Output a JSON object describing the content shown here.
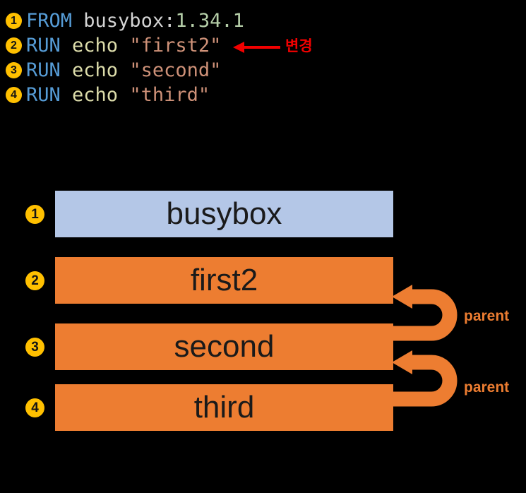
{
  "page": {
    "background": "#000000"
  },
  "code": {
    "badge_color": "#FFC000",
    "colors": {
      "keyword": "#569CD6",
      "plain": "#D4D4D4",
      "number": "#B5CEA8",
      "function": "#DCDCAA",
      "string": "#CE9178"
    },
    "lines": [
      {
        "num": "1",
        "tokens": [
          {
            "t": "FROM"
          },
          {
            "t": " busybox:"
          },
          {
            "t": "1.34.1"
          }
        ]
      },
      {
        "num": "2",
        "tokens": [
          {
            "t": "RUN"
          },
          {
            "t": " echo "
          },
          {
            "t": "\"first2\""
          }
        ]
      },
      {
        "num": "3",
        "tokens": [
          {
            "t": "RUN"
          },
          {
            "t": " echo "
          },
          {
            "t": "\"second\""
          }
        ]
      },
      {
        "num": "4",
        "tokens": [
          {
            "t": "RUN"
          },
          {
            "t": " echo "
          },
          {
            "t": "\"third\""
          }
        ]
      }
    ]
  },
  "annotation": {
    "label": "변경",
    "color": "#F20000"
  },
  "diagram": {
    "badge_color": "#FFC000",
    "arrow_color": "#ED7D31",
    "layers": [
      {
        "num": "1",
        "label": "busybox",
        "fill": "#B4C7E7"
      },
      {
        "num": "2",
        "label": "first2",
        "fill": "#ED7D31"
      },
      {
        "num": "3",
        "label": "second",
        "fill": "#ED7D31"
      },
      {
        "num": "4",
        "label": "third",
        "fill": "#ED7D31"
      }
    ],
    "arrows": [
      {
        "label": "parent"
      },
      {
        "label": "parent"
      }
    ]
  }
}
